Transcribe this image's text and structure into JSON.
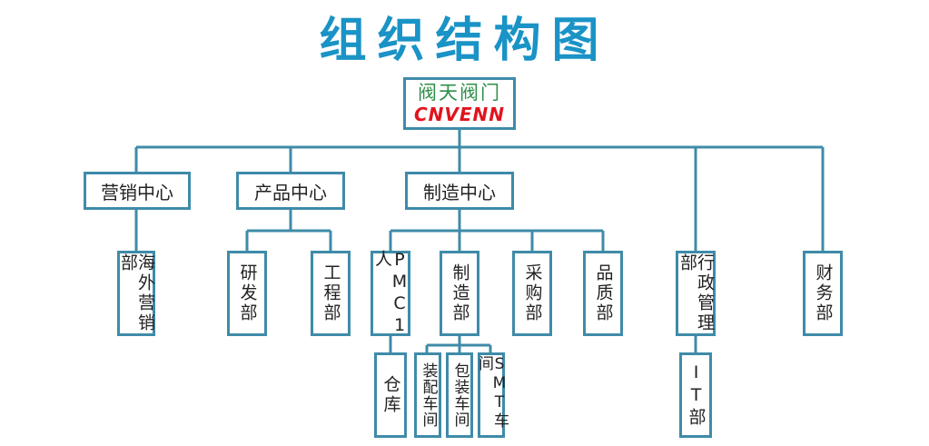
{
  "title": "组织结构图",
  "logo": {
    "chinese": "阀天阀门",
    "english": "CNVENN"
  },
  "centers": {
    "marketing": "营销中心",
    "product": "产品中心",
    "manufacturing": "制造中心"
  },
  "departments": {
    "overseas_marketing": "海外营销部",
    "rnd": "研发部",
    "engineering": "工程部",
    "pmc": "PMC1人",
    "manufacturing": "制造部",
    "purchasing": "采购部",
    "quality": "品质部",
    "administration": "行政管理部",
    "finance": "财务部"
  },
  "sub_units": {
    "warehouse": "仓库",
    "assembly_workshop": "装配车间",
    "packaging_workshop": "包装车间",
    "smt_workshop": "SMT车间",
    "it_department": "IT部"
  },
  "colors": {
    "title": "#1a93c6",
    "border": "#3f8ba9",
    "line": "#3f8ba9"
  }
}
